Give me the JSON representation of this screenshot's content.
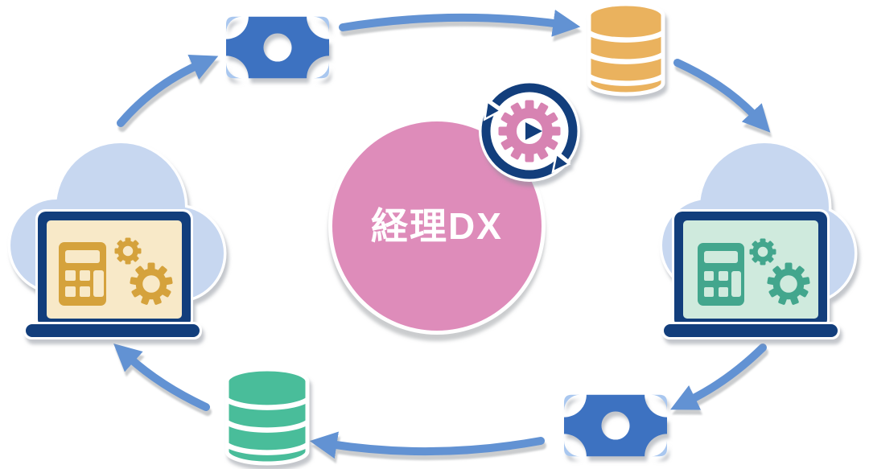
{
  "center": {
    "label": "経理DX",
    "circle_color": "#de8cba",
    "text_color": "#ffffff"
  },
  "badge": {
    "icon": "sync-gears-icon",
    "ring_color": "#123e7c",
    "gear_color": "#d783b2",
    "play_color": "#123e7c"
  },
  "arrows": {
    "count": 6,
    "direction": "clockwise",
    "color": "#6292d3"
  },
  "nodes": [
    {
      "icon": "money-icon",
      "position": "top-left",
      "color": "#3d72c1"
    },
    {
      "icon": "database-icon",
      "position": "top-right",
      "color": "#eab25e"
    },
    {
      "icon": "cloud-laptop-icon",
      "position": "right",
      "color": "#43a68d"
    },
    {
      "icon": "money-icon",
      "position": "bottom-right",
      "color": "#3d72c1"
    },
    {
      "icon": "database-icon",
      "position": "bottom-left",
      "color": "#49bd9a"
    },
    {
      "icon": "cloud-laptop-icon",
      "position": "left",
      "color": "#d5a23c"
    }
  ],
  "palette": {
    "background": "#ffffff",
    "navy": "#123e7c",
    "arrow_blue": "#6292d3",
    "money_blue": "#3d72c1",
    "money_corner_blue": "#a9c7ef",
    "amber": "#eab25e",
    "green": "#49bd9a",
    "cloud_blue": "#c7d7f0",
    "screen_cream": "#f8e9c8",
    "calculator_gold": "#d5a23c",
    "screen_mint": "#cfeadd",
    "calculator_teal": "#43a68d",
    "shadow_gray": "rgba(136,142,152,0.5)"
  }
}
